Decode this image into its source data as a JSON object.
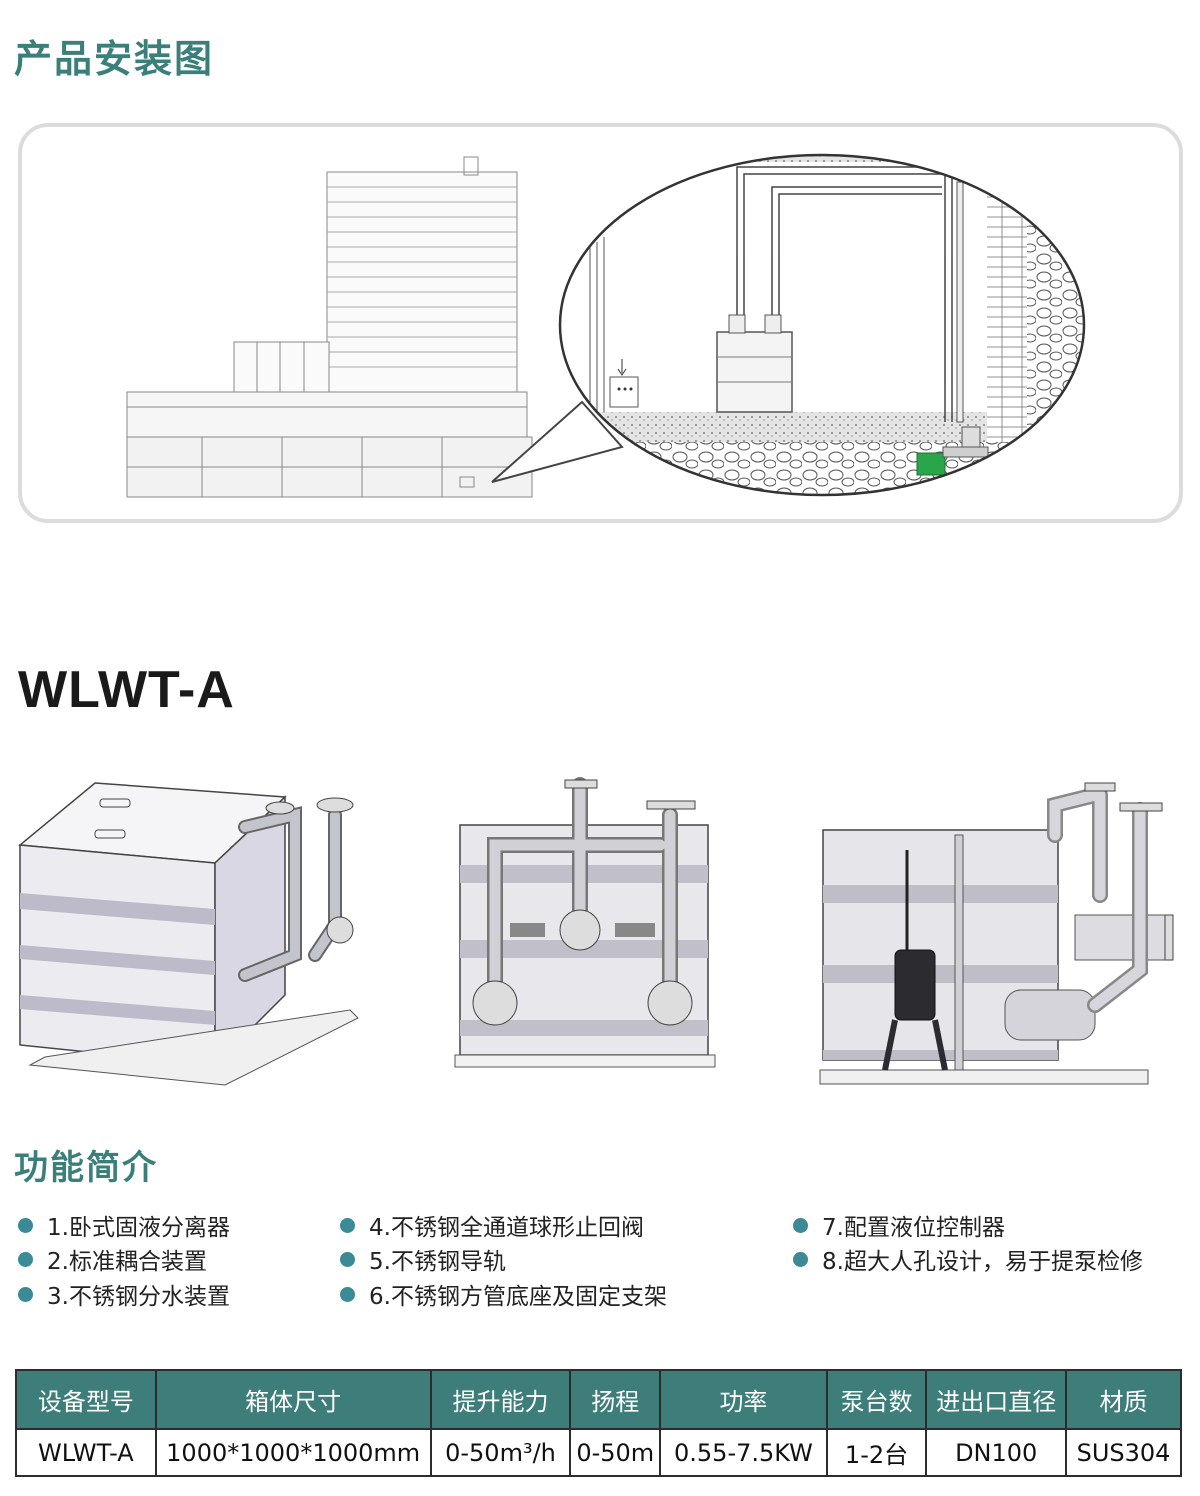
{
  "install": {
    "title": "产品安装图"
  },
  "model": {
    "title": "WLWT-A"
  },
  "features": {
    "title": "功能简介",
    "items": [
      "1.卧式固液分离器",
      "2.标准耦合装置",
      "3.不锈钢分水装置",
      "4.不锈钢全通道球形止回阀",
      "5.不锈钢导轨",
      "6.不锈钢方管底座及固定支架",
      "7.配置液位控制器",
      "8.超大人孔设计，易于提泵检修"
    ]
  },
  "spec_table": {
    "headers": [
      "设备型号",
      "箱体尺寸",
      "提升能力",
      "扬程",
      "功率",
      "泵台数",
      "进出口直径",
      "材质"
    ],
    "row": [
      "WLWT-A",
      "1000*1000*1000mm",
      "0-50m³/h",
      "0-50m",
      "0.55-7.5KW",
      "1-2台",
      "DN100",
      "SUS304"
    ]
  },
  "colors": {
    "accent": "#3a7f79",
    "bullet": "#3b8a96",
    "header_bg": "#3e7e7a",
    "pump_green": "#2aa64a"
  }
}
